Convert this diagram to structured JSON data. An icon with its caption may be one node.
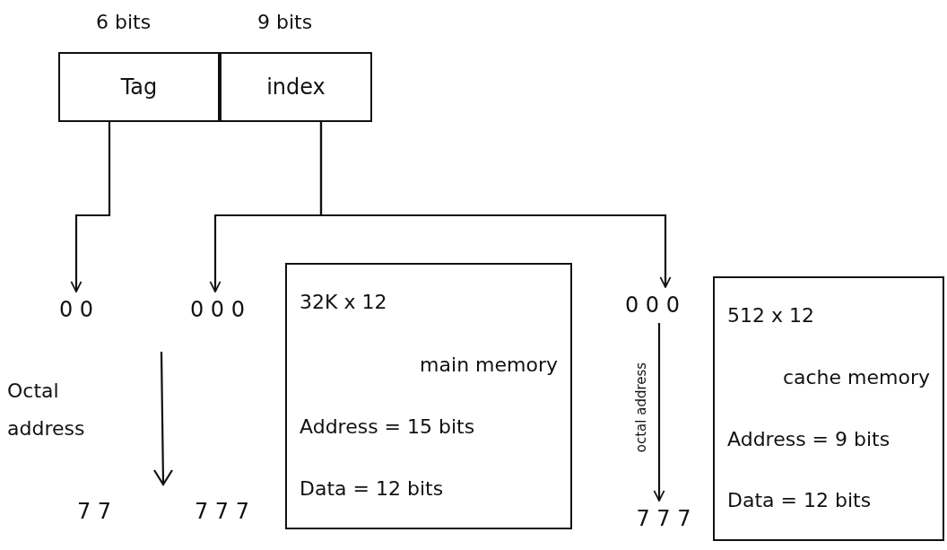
{
  "diagram": {
    "nodes": [
      {
        "text": [
          "Tag"
        ],
        "beside": [
          "6 bits"
        ]
      },
      {
        "text": [
          "index"
        ],
        "beside": [
          "9 bits"
        ]
      },
      {
        "text": [
          "0 0"
        ]
      },
      {
        "text": [
          "0 0 0"
        ]
      },
      {
        "text": [
          "32K x 12",
          "main memory",
          "Address = 15 bits",
          "Data = 12 bits"
        ]
      },
      {
        "text": [
          "0 0 0"
        ]
      },
      {
        "text": [
          "512 x 12",
          "cache memory",
          "Address = 9 bits",
          "Data = 12 bits"
        ]
      },
      {
        "text": [
          "7 7"
        ]
      },
      {
        "text": [
          "7 7 7"
        ]
      },
      {
        "text": [
          "7 7 7"
        ]
      }
    ],
    "edges": [
      {
        "from": 0,
        "to": 2,
        "arrow": "to"
      },
      {
        "from": 1,
        "to": 3,
        "arrow": "to"
      },
      {
        "from": 1,
        "to": 5,
        "arrow": "to"
      },
      {
        "from": 5,
        "to": 9,
        "arrow": "to",
        "label": "octal address"
      }
    ],
    "labels": [
      "Octal address"
    ]
  }
}
